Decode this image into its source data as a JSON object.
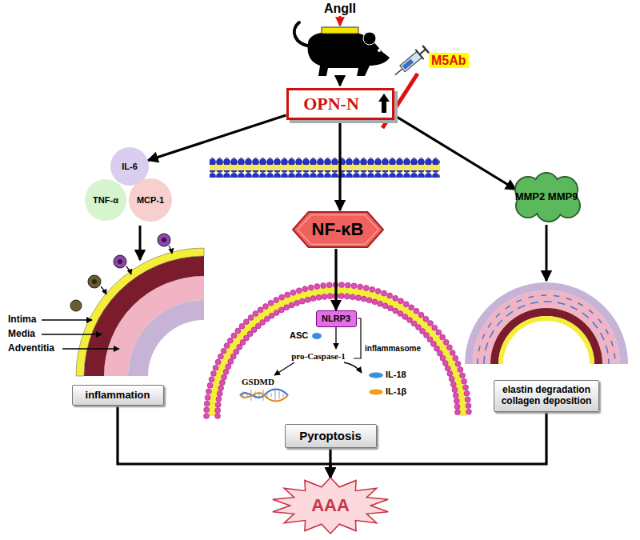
{
  "diagram": {
    "nodes": [
      {
        "text": [
          "OPN-N"
        ]
      },
      {
        "text": [
          "IL-6"
        ]
      },
      {
        "text": [
          "TNF-α"
        ]
      },
      {
        "text": [
          "MCP-1"
        ]
      },
      {
        "text": [
          "NF-κB"
        ]
      },
      {
        "text": [
          "MMP2 MMP9"
        ]
      },
      {
        "text": [
          "inflammation"
        ]
      },
      {
        "text": [
          "NLRP3"
        ]
      },
      {
        "text": [
          "Pyroptosis"
        ]
      },
      {
        "text": [
          "elastin degradation collagen deposition"
        ]
      },
      {
        "text": [
          "AAA"
        ]
      }
    ],
    "edges": [
      {
        "from": 0,
        "to": 1,
        "arrow": "to"
      },
      {
        "from": 0,
        "to": 4,
        "arrow": "to"
      },
      {
        "from": 0,
        "to": 5,
        "arrow": "to"
      },
      {
        "from": 4,
        "to": 7,
        "arrow": "to"
      },
      {
        "from": 6,
        "to": 10,
        "arrow": "to"
      },
      {
        "from": 8,
        "to": 10,
        "arrow": "to"
      },
      {
        "from": 9,
        "to": 10,
        "arrow": "to"
      }
    ],
    "labels": [
      "AngII",
      "M5Ab",
      "Intima",
      "Media",
      "Adventitia",
      "ASC",
      "pro-Caspase-1",
      "inflammasome",
      "GSDMD",
      "IL-18",
      "IL-1β"
    ]
  }
}
